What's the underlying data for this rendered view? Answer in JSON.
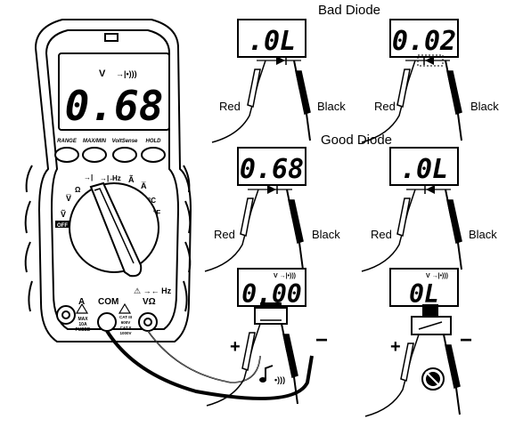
{
  "headings": {
    "bad": "Bad Diode",
    "good": "Good Diode"
  },
  "meter": {
    "lcd_mode": "V",
    "lcd_value": "0.68",
    "buttons": [
      "RANGE",
      "MAX/MIN",
      "VoltSense",
      "HOLD"
    ],
    "dial": {
      "off": "OFF",
      "diode": "→|",
      "cap": "→|←",
      "hz": "Hz",
      "ac_v": "Ṽ",
      "dc_v": "V̅",
      "ohm": "Ω",
      "ac_a": "Ã",
      "dc_a": "A̅",
      "degc": "°C",
      "degf": "°F"
    },
    "terminals": {
      "a": "A",
      "com": "COM",
      "v_ohm": "VΩ",
      "top_label": "⚠ →← Hz",
      "fuse": [
        "MAX",
        "10A",
        "FUSED"
      ],
      "cat": [
        "CAT III",
        "600V",
        "CAT II",
        "1000V"
      ]
    }
  },
  "panels": [
    {
      "value": ".0L",
      "left": "Red",
      "right": "Black"
    },
    {
      "value": "0.02",
      "left": "Red",
      "right": "Black"
    },
    {
      "value": "0.68",
      "left": "Red",
      "right": "Black"
    },
    {
      "value": ".0L",
      "left": "Red",
      "right": "Black"
    }
  ],
  "continuity": [
    {
      "value": "0.00",
      "mode": "V →|•)))"
    },
    {
      "value": "0L",
      "mode": "V →|•)))"
    }
  ],
  "polarity": {
    "plus": "+",
    "minus": "−"
  },
  "colors": {
    "ink": "#000000",
    "paper": "#ffffff",
    "lcd": "#ffffff"
  }
}
